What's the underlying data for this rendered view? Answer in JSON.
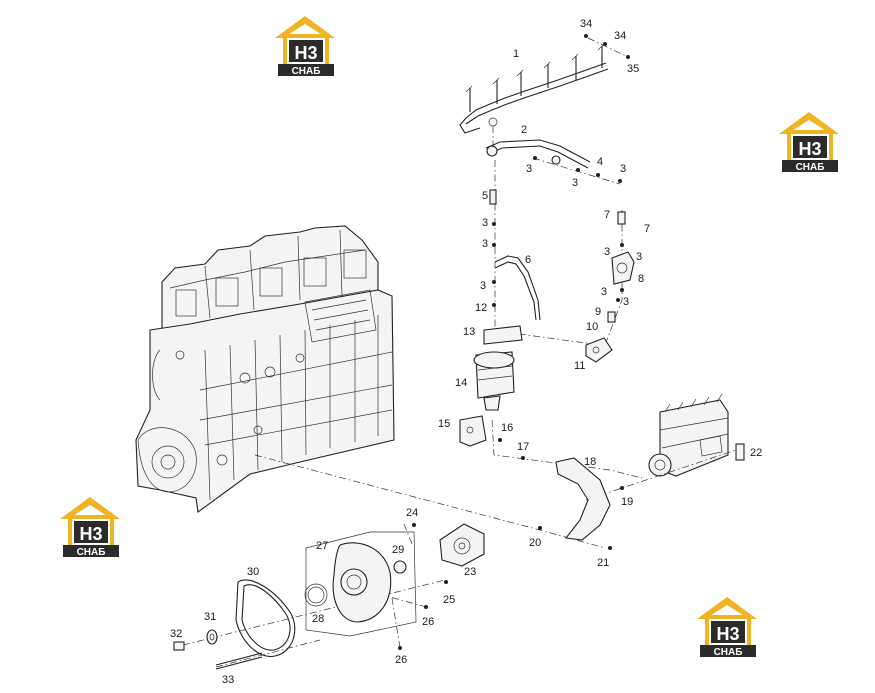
{
  "watermark": {
    "mark": "H3",
    "caption": "СНАБ",
    "colors": {
      "roof": "#f0b323",
      "box": "#2b2b2b",
      "text": "#ffffff"
    }
  },
  "callouts": [
    {
      "id": "c34a",
      "label": "34"
    },
    {
      "id": "c34b",
      "label": "34"
    },
    {
      "id": "c35",
      "label": "35"
    },
    {
      "id": "c1",
      "label": "1"
    },
    {
      "id": "c2",
      "label": "2"
    },
    {
      "id": "c3a",
      "label": "3"
    },
    {
      "id": "c3b",
      "label": "3"
    },
    {
      "id": "c4",
      "label": "4"
    },
    {
      "id": "c3c",
      "label": "3"
    },
    {
      "id": "c5",
      "label": "5"
    },
    {
      "id": "c3d",
      "label": "3"
    },
    {
      "id": "c3e",
      "label": "3"
    },
    {
      "id": "c6",
      "label": "6"
    },
    {
      "id": "c3f",
      "label": "3"
    },
    {
      "id": "c12",
      "label": "12"
    },
    {
      "id": "c13",
      "label": "13"
    },
    {
      "id": "c14",
      "label": "14"
    },
    {
      "id": "c7a",
      "label": "7"
    },
    {
      "id": "c7b",
      "label": "7"
    },
    {
      "id": "c3g",
      "label": "3"
    },
    {
      "id": "c3h",
      "label": "3"
    },
    {
      "id": "c8",
      "label": "8"
    },
    {
      "id": "c3i",
      "label": "3"
    },
    {
      "id": "c3j",
      "label": "3"
    },
    {
      "id": "c9",
      "label": "9"
    },
    {
      "id": "c10",
      "label": "10"
    },
    {
      "id": "c11",
      "label": "11"
    },
    {
      "id": "c15",
      "label": "15"
    },
    {
      "id": "c16",
      "label": "16"
    },
    {
      "id": "c17",
      "label": "17"
    },
    {
      "id": "c18",
      "label": "18"
    },
    {
      "id": "c19",
      "label": "19"
    },
    {
      "id": "c22",
      "label": "22"
    },
    {
      "id": "c20",
      "label": "20"
    },
    {
      "id": "c21",
      "label": "21"
    },
    {
      "id": "c24",
      "label": "24"
    },
    {
      "id": "c27",
      "label": "27"
    },
    {
      "id": "c29",
      "label": "29"
    },
    {
      "id": "c23",
      "label": "23"
    },
    {
      "id": "c25",
      "label": "25"
    },
    {
      "id": "c26a",
      "label": "26"
    },
    {
      "id": "c26b",
      "label": "26"
    },
    {
      "id": "c28",
      "label": "28"
    },
    {
      "id": "c30",
      "label": "30"
    },
    {
      "id": "c31",
      "label": "31"
    },
    {
      "id": "c32",
      "label": "32"
    },
    {
      "id": "c33",
      "label": "33"
    }
  ]
}
